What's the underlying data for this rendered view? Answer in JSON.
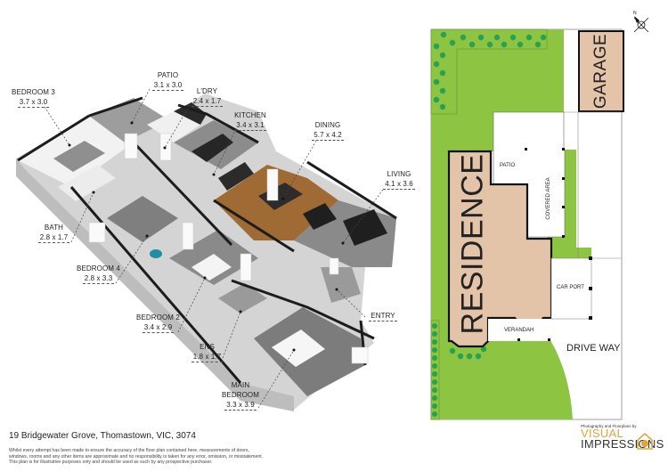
{
  "floorplan": {
    "rooms": [
      {
        "name": "BEDROOM 3",
        "dim": "3.7 x 3.0"
      },
      {
        "name": "PATIO",
        "dim": "3.1 x 3.0"
      },
      {
        "name": "L'DRY",
        "dim": "2.4 x 1.7"
      },
      {
        "name": "KITCHEN",
        "dim": "3.4 x 3.1"
      },
      {
        "name": "DINING",
        "dim": "5.7 x 4.2"
      },
      {
        "name": "LIVING",
        "dim": "4.1 x 3.6"
      },
      {
        "name": "BATH",
        "dim": "2.8 x 1.7"
      },
      {
        "name": "BEDROOM 4",
        "dim": "2.8 x 3.3"
      },
      {
        "name": "BEDROOM 2",
        "dim": "3.4 x 2.9"
      },
      {
        "name": "ENS",
        "dim": "1.8 x 1.7"
      },
      {
        "name": "MAIN BEDROOM",
        "name_line1": "MAIN",
        "name_line2": "BEDROOM",
        "dim": "3.3 x 3.9"
      },
      {
        "name": "ENTRY",
        "dim": ""
      }
    ]
  },
  "site_plan": {
    "garage": "GARAGE",
    "residence": "RESIDENCE",
    "patio": "PATIO",
    "covered_area": "COVERED AREA",
    "car_port": "CAR PORT",
    "verandah": "VERANDAH",
    "drive_way": "DRIVE WAY",
    "north_label": "N",
    "colors": {
      "lawn": "#8dc442",
      "trees": "#2aa055",
      "building": "#e4c4a8",
      "outline": "#111111"
    }
  },
  "footer": {
    "address": "19 Bridgewater Grove, Thomastown, VIC, 3074",
    "disclaimer_line1": "Whilst every attempt has been made to ensure the accuracy of the floor plan contained here, measurements of doors,",
    "disclaimer_line2": "windows, rooms and any other items are approximate and no responsibility is taken for any error, omission, or misstatement.",
    "disclaimer_line3": "This plan is for illustrative purposes only and should be used as such by any prospective purchaser."
  },
  "logo": {
    "tagline": "Photography and Floorplans by",
    "word1": "VISUAL",
    "word2": "IMPRESSIONS",
    "accent": "#e0a43a"
  }
}
